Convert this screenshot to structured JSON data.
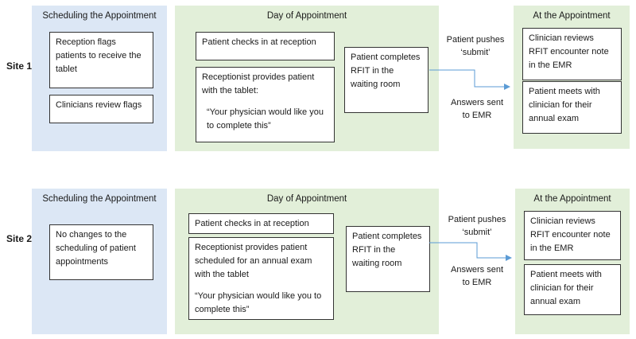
{
  "site1": {
    "label": "Site 1",
    "scheduling": {
      "title": "Scheduling the Appointment",
      "box1": "Reception flags patients to receive the tablet",
      "box2": "Clinicians review flags"
    },
    "day": {
      "title": "Day of Appointment",
      "checkin": "Patient checks in at reception",
      "provide": "Receptionist provides patient with the tablet:",
      "quote": "“Your physician would like you to complete this”",
      "rfit": "Patient completes RFIT in the waiting room"
    },
    "flow": {
      "top": "Patient pushes ‘submit’",
      "bottom": "Answers sent to EMR"
    },
    "at": {
      "title": "At the Appointment",
      "box1": "Clinician reviews RFIT encounter note in the EMR",
      "box2": "Patient meets with clinician for their annual exam"
    }
  },
  "site2": {
    "label": "Site 2",
    "scheduling": {
      "title": "Scheduling the Appointment",
      "box1": "No changes to the scheduling of patient appointments"
    },
    "day": {
      "title": "Day of Appointment",
      "checkin": "Patient checks in at reception",
      "provide": "Receptionist provides patient scheduled for an annual exam with the tablet",
      "quote": "“Your physician would like you to complete this”",
      "rfit": "Patient completes RFIT in the waiting room"
    },
    "flow": {
      "top": "Patient pushes ‘submit’",
      "bottom": "Answers sent to EMR"
    },
    "at": {
      "title": "At the Appointment",
      "box1": "Clinician reviews RFIT encounter note in the EMR",
      "box2": "Patient meets with clinician for their annual exam"
    }
  },
  "colors": {
    "scheduling_panel": "#dce7f5",
    "day_panel": "#e2efd9",
    "arrow": "#5b9bd5"
  }
}
